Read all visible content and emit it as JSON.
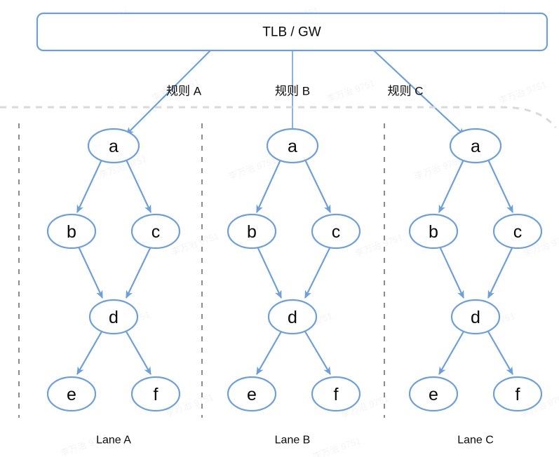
{
  "diagram": {
    "type": "flow-tree-swimlane",
    "root": {
      "label": "TLB / GW"
    },
    "rules": [
      {
        "label": "规则 A"
      },
      {
        "label": "规则 B"
      },
      {
        "label": "规则 C"
      }
    ],
    "lanes": [
      {
        "label": "Lane A",
        "nodes": [
          {
            "id": "a",
            "label": "a"
          },
          {
            "id": "b",
            "label": "b"
          },
          {
            "id": "c",
            "label": "c"
          },
          {
            "id": "d",
            "label": "d"
          },
          {
            "id": "e",
            "label": "e"
          },
          {
            "id": "f",
            "label": "f"
          }
        ],
        "edges": [
          {
            "from": "a",
            "to": "b"
          },
          {
            "from": "a",
            "to": "c"
          },
          {
            "from": "b",
            "to": "d"
          },
          {
            "from": "c",
            "to": "d"
          },
          {
            "from": "d",
            "to": "e"
          },
          {
            "from": "d",
            "to": "f"
          }
        ]
      },
      {
        "label": "Lane B",
        "nodes": [
          {
            "id": "a",
            "label": "a"
          },
          {
            "id": "b",
            "label": "b"
          },
          {
            "id": "c",
            "label": "c"
          },
          {
            "id": "d",
            "label": "d"
          },
          {
            "id": "e",
            "label": "e"
          },
          {
            "id": "f",
            "label": "f"
          }
        ],
        "edges": [
          {
            "from": "a",
            "to": "b"
          },
          {
            "from": "a",
            "to": "c"
          },
          {
            "from": "b",
            "to": "d"
          },
          {
            "from": "c",
            "to": "d"
          },
          {
            "from": "d",
            "to": "e"
          },
          {
            "from": "d",
            "to": "f"
          }
        ]
      },
      {
        "label": "Lane C",
        "nodes": [
          {
            "id": "a",
            "label": "a"
          },
          {
            "id": "b",
            "label": "b"
          },
          {
            "id": "c",
            "label": "c"
          },
          {
            "id": "d",
            "label": "d"
          },
          {
            "id": "e",
            "label": "e"
          },
          {
            "id": "f",
            "label": "f"
          }
        ],
        "edges": [
          {
            "from": "a",
            "to": "b"
          },
          {
            "from": "a",
            "to": "c"
          },
          {
            "from": "b",
            "to": "d"
          },
          {
            "from": "c",
            "to": "d"
          },
          {
            "from": "d",
            "to": "e"
          },
          {
            "from": "d",
            "to": "f"
          }
        ]
      }
    ],
    "watermark": {
      "text": "李万治 9751"
    },
    "colors": {
      "stroke": "#6f9fd8",
      "node_fill": "#ffffff",
      "text": "#0a0a0a",
      "boundary_dash": "#d9d9d9",
      "lane_divider": "#8c8c8c",
      "background": "#ffffff"
    }
  }
}
